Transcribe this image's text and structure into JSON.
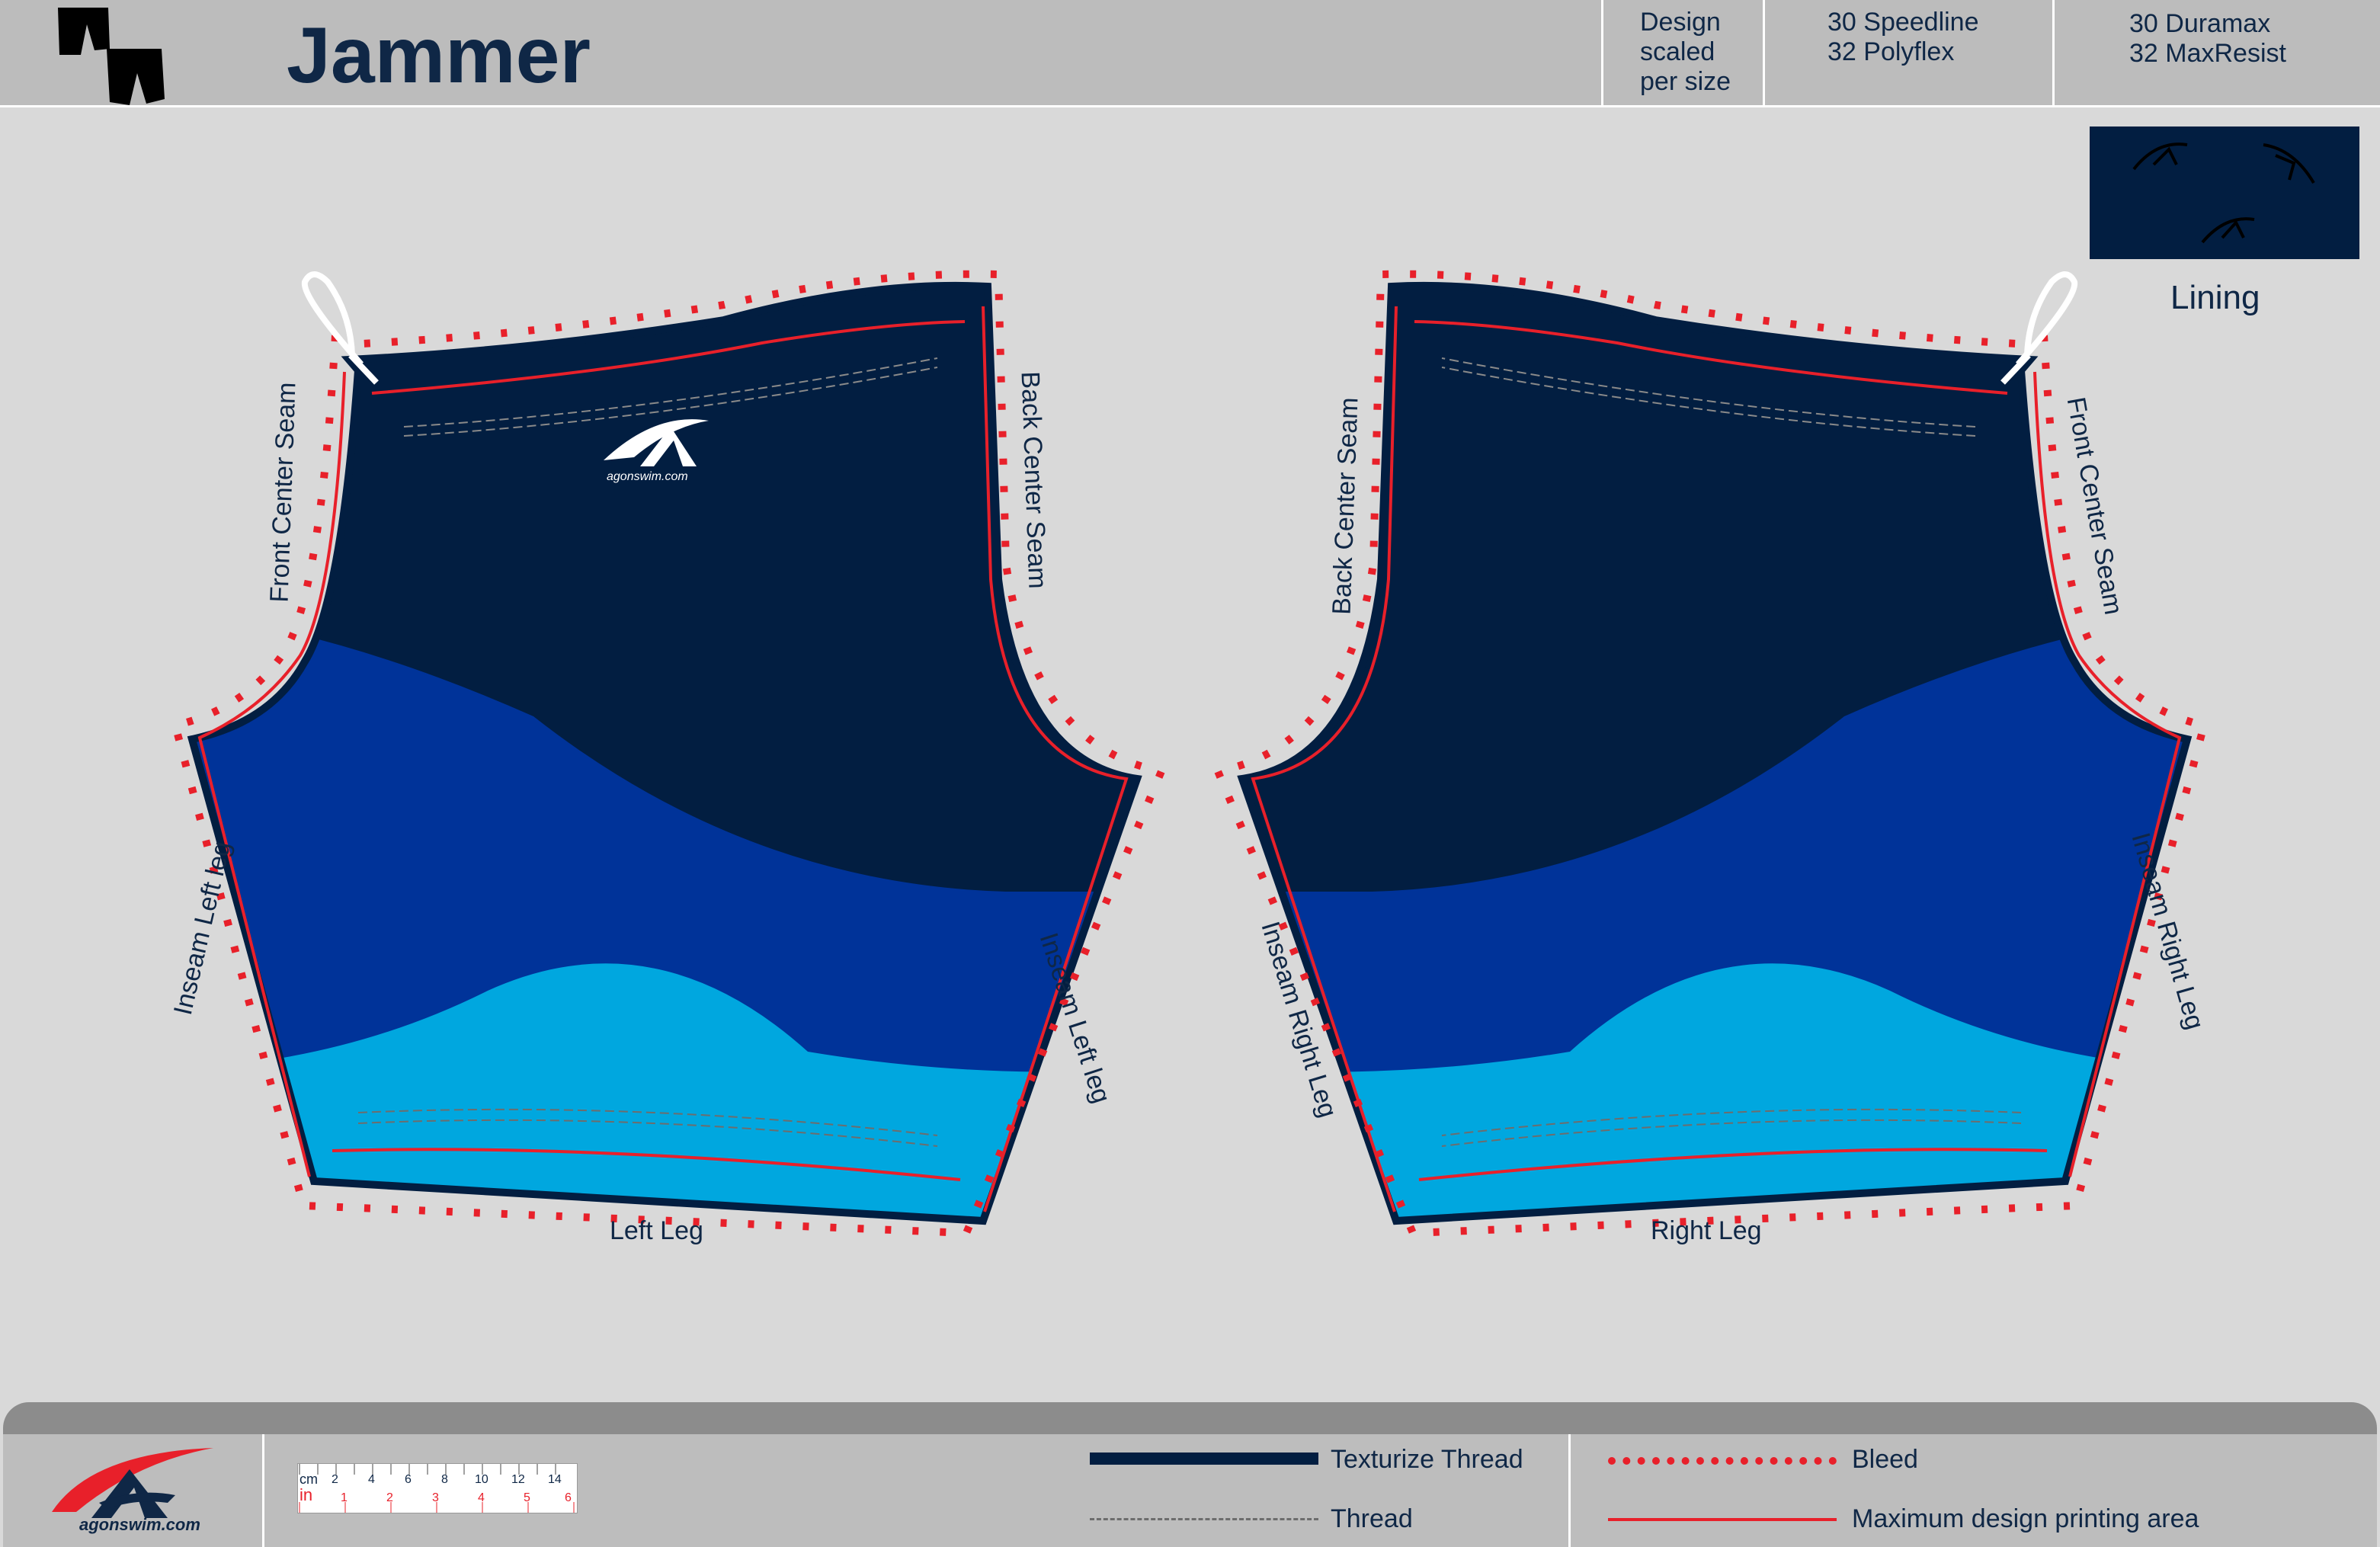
{
  "header": {
    "title": "Jammer",
    "design_note": [
      "Design",
      "scaled",
      "per size"
    ],
    "fabric_a": [
      "30 Speedline",
      "32 Polyflex"
    ],
    "fabric_b": [
      "30 Duramax",
      "32 MaxResist"
    ]
  },
  "lining": {
    "label": "Lining"
  },
  "left_piece": {
    "title": "Left Leg",
    "seam_top_left": "Front Center Seam",
    "seam_top_right": "Back Center Seam",
    "seam_bottom_left": "Inseam Left leg",
    "seam_bottom_right": "Inseam Left leg",
    "logo_text": "agonswim.com"
  },
  "right_piece": {
    "title": "Right Leg",
    "seam_top_left": "Back Center Seam",
    "seam_top_right": "Front Center Seam",
    "seam_bottom_left": "Inseam Right Leg",
    "seam_bottom_right": "Inseam Right Leg"
  },
  "footer": {
    "brand": "agonswim.com",
    "ruler_cm": "cm",
    "ruler_in": "in",
    "ruler_cm_ticks": [
      "2",
      "4",
      "6",
      "8",
      "10",
      "12",
      "14"
    ],
    "ruler_in_ticks": [
      "1",
      "2",
      "3",
      "4",
      "5",
      "6"
    ],
    "legend": {
      "texturize_thread": "Texturize Thread",
      "thread": "Thread",
      "bleed": "Bleed",
      "max_print": "Maximum design printing area"
    }
  },
  "colors": {
    "navy": "#021e41",
    "royal": "#003399",
    "sky": "#00a7df",
    "bleed_red": "#e8202a",
    "header_bg": "#bcbcbc",
    "page_bg": "#d9d9d9",
    "text": "#0f2746"
  }
}
